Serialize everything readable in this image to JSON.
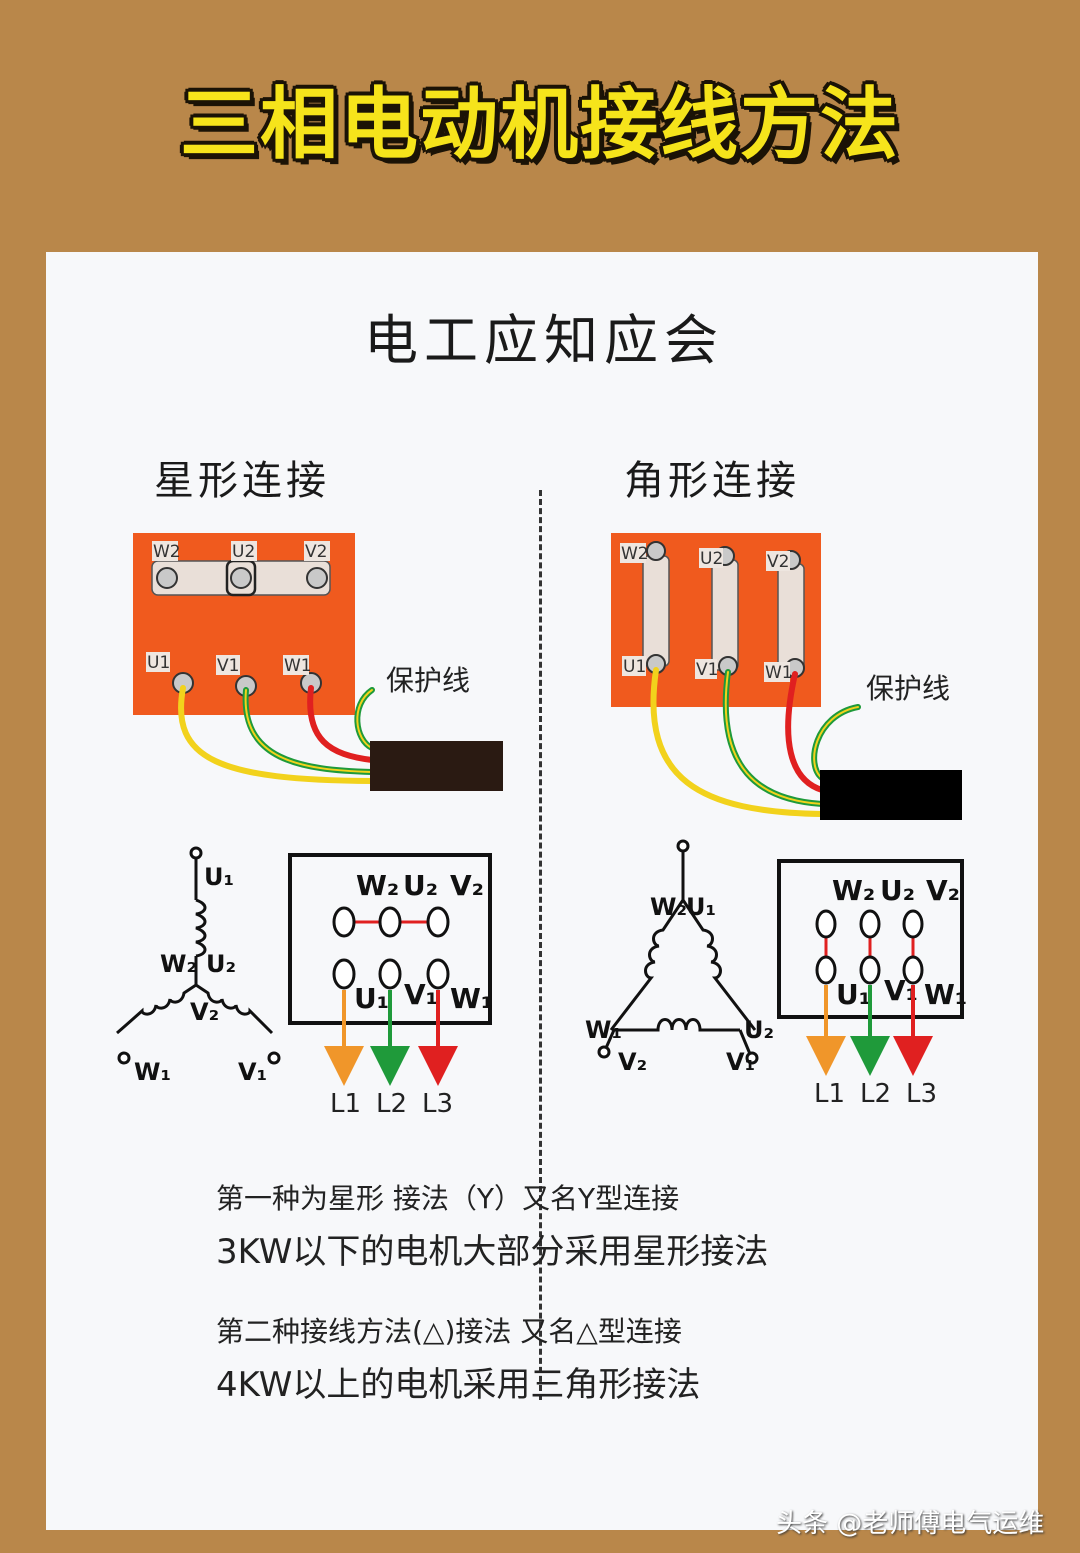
{
  "title": "三相电动机接线方法",
  "subtitle": "电工应知应会",
  "star": {
    "heading": "星形连接",
    "photo": {
      "top_terminals": [
        "W2",
        "U2",
        "V2"
      ],
      "bottom_terminals": [
        "U1",
        "V1",
        "W1"
      ],
      "ground_label": "保护线"
    },
    "schematic": {
      "top_labels": [
        "W₂",
        "U₂",
        "V₂"
      ],
      "bottom_labels": [
        "U₁",
        "V₁",
        "W₁"
      ],
      "lines": [
        "L1",
        "L2",
        "L3"
      ]
    },
    "symbol_labels": [
      "U₁",
      "W₂",
      "U₂",
      "V₂",
      "W₁",
      "V₁"
    ]
  },
  "delta": {
    "heading": "角形连接",
    "photo": {
      "top_terminals": [
        "W2",
        "U2",
        "V2"
      ],
      "bottom_terminals": [
        "U1",
        "V1",
        "W1"
      ],
      "ground_label": "保护线"
    },
    "schematic": {
      "top_labels": [
        "W₂",
        "U₂",
        "V₂"
      ],
      "bottom_labels": [
        "U₁",
        "V₁",
        "W₁"
      ],
      "lines": [
        "L1",
        "L2",
        "L3"
      ]
    },
    "symbol_labels": [
      "W₂",
      "U₁",
      "W₁",
      "U₂",
      "V₂",
      "V₁"
    ]
  },
  "descriptions": [
    "第一种为星形 接法（Y）又名Y型连接",
    "3KW以下的电机大部分采用星形接法",
    "第二种接线方法(△)接法 又名△型连接",
    "4KW以上的电机采用三角形接法"
  ],
  "watermark": "头条 @老师傅电气运维",
  "colors": {
    "background": "#b9874a",
    "title_fill": "#f6e41b",
    "terminal_board": "#f05a1e",
    "wire_yellow": "#f2d21c",
    "wire_green": "#1f9a3a",
    "wire_red": "#e02020",
    "arrow_orange": "#f0962a"
  }
}
